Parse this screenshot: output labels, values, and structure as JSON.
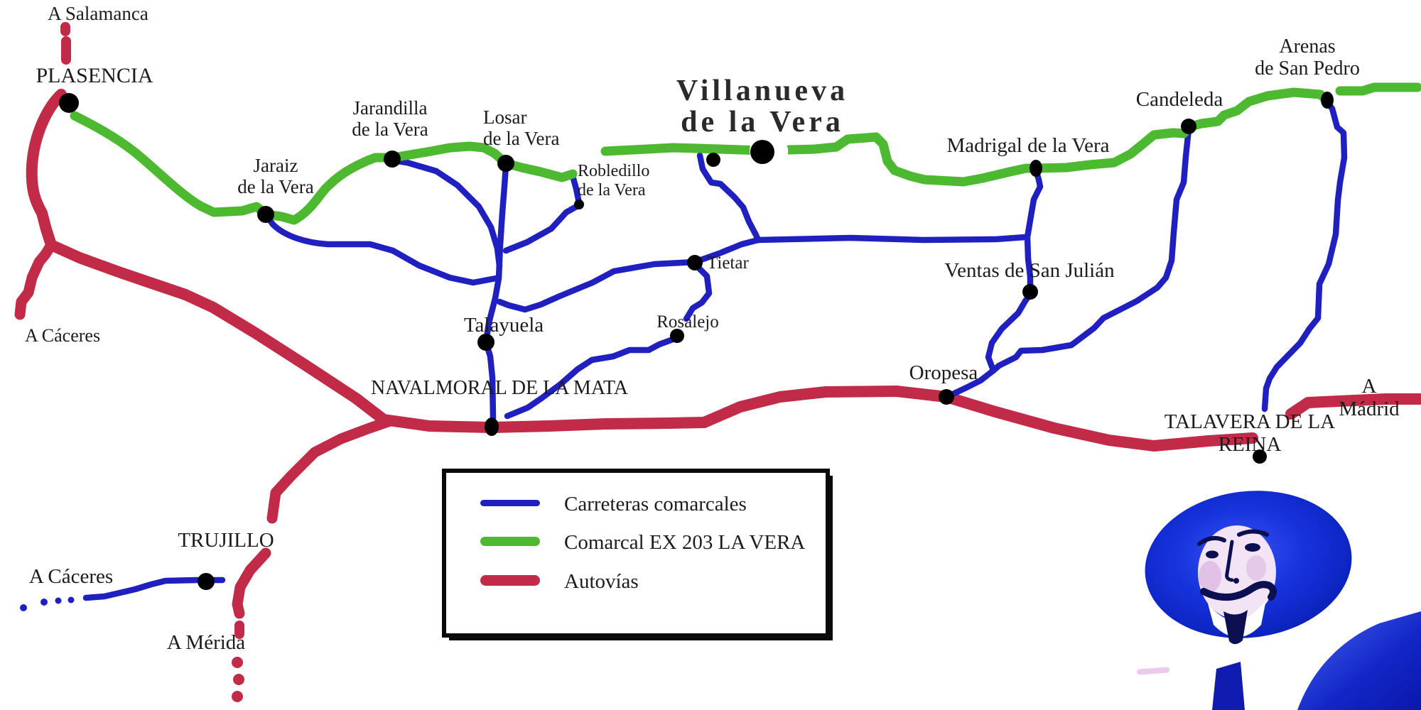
{
  "map": {
    "description": "Road map of the La Vera comarca (Extremadura, Spain)",
    "background": "#ffffff",
    "text_color": "#1c1c1c",
    "road_colors": {
      "carreteras_comarcales_blue": "#2020c0",
      "comarcal_ex203_green": "#4db930",
      "autovias_red": "#c22b48"
    },
    "region_labels": {
      "a_salamanca": "A Salamanca",
      "plasencia": "PLASENCIA",
      "a_caceres_west": "A Cáceres",
      "jaraiz": "Jaraiz\nde la Vera",
      "jarandilla": "Jarandilla\nde la Vera",
      "losar": "Losar\nde la Vera",
      "villanueva": "Villanueva\nde la Vera",
      "robledillo": "Robledillo\nde la Vera",
      "madrigal": "Madrigal de la Vera",
      "candeleda": "Candeleda",
      "arenas": "Arenas\nde San Pedro",
      "tietar": "Tietar",
      "rosalejo": "Rosalejo",
      "talayuela": "Talayuela",
      "navalmoral": "NAVALMORAL DE LA MATA",
      "ventas": "Ventas de San Julián",
      "oropesa": "Oropesa",
      "a_madrid": "A Mádrid",
      "talavera": "TALAVERA DE LA REINA",
      "trujillo": "TRUJILLO",
      "a_caceres_south": "A Cáceres",
      "a_merida": "A Mérida"
    },
    "legend": {
      "items": [
        {
          "label": "Carreteras comarcales",
          "color": "#2020c0"
        },
        {
          "label": "Comarcal EX 203 LA VERA",
          "color": "#4db930"
        },
        {
          "label": "Autovías",
          "color": "#c22b48"
        }
      ]
    }
  }
}
